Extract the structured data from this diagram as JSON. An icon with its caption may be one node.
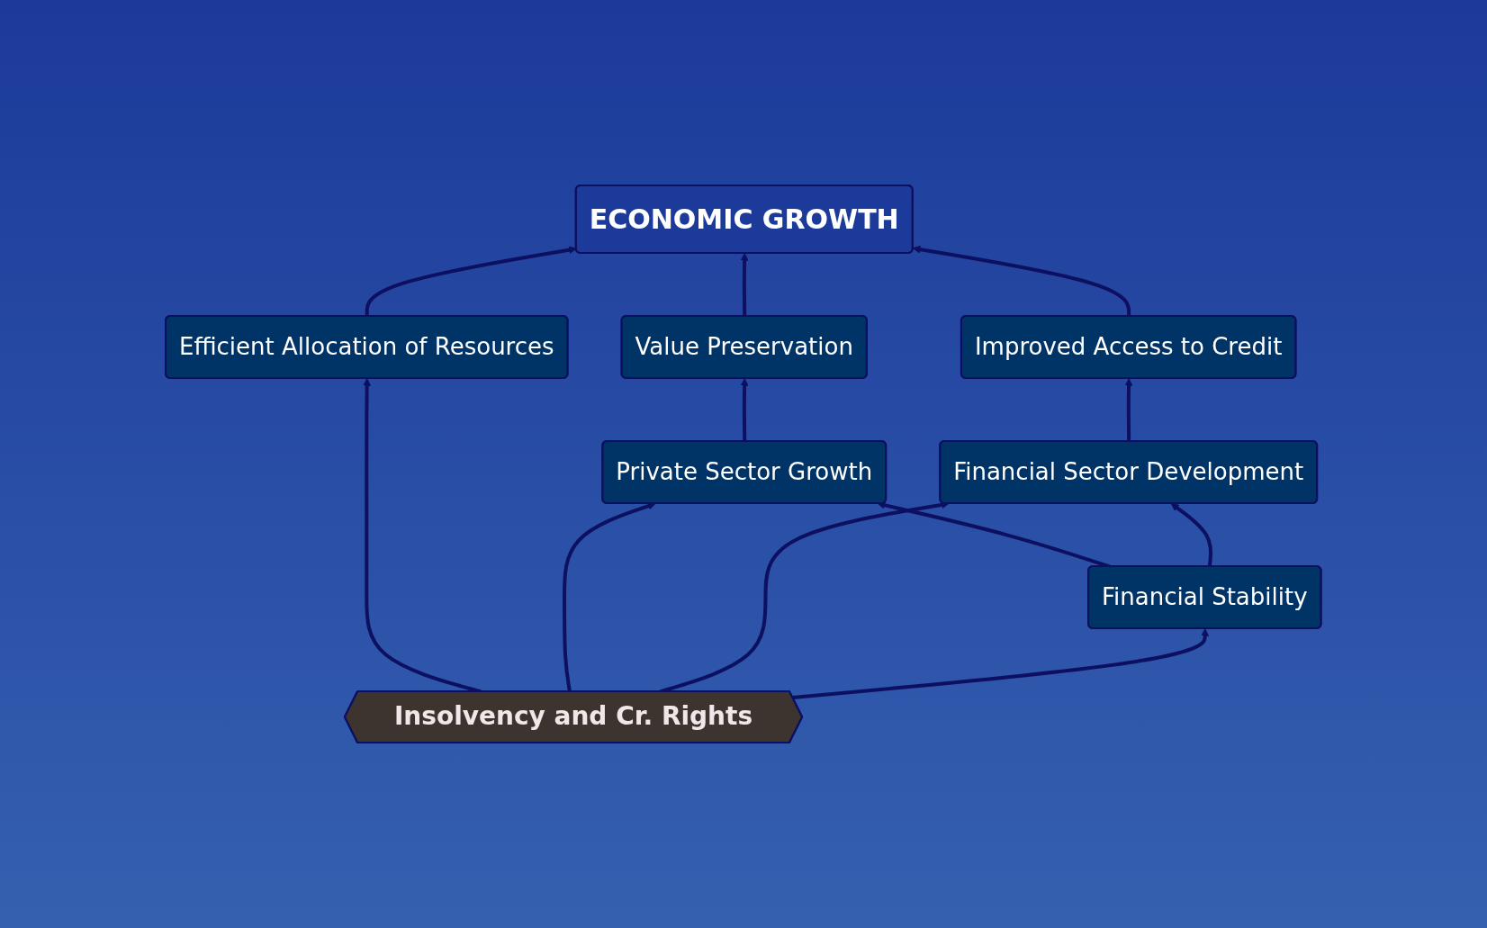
{
  "diagram": {
    "nodes": [
      {
        "text": [
          "ECONOMIC GROWTH"
        ]
      },
      {
        "text": [
          "Value Preservation"
        ]
      },
      {
        "text": [
          "Efficient Allocation of Resources"
        ]
      },
      {
        "text": [
          "Improved Access to Credit"
        ]
      },
      {
        "text": [
          "Private Sector Growth"
        ]
      },
      {
        "text": [
          "Insolvency and Cr. Rights"
        ]
      },
      {
        "text": [
          "Financial Sector Development"
        ]
      },
      {
        "text": [
          "Financial Stability"
        ]
      }
    ],
    "edges": [
      {
        "from": 1,
        "to": 0,
        "arrow": "to"
      },
      {
        "from": 2,
        "to": 0,
        "arrow": "to"
      },
      {
        "from": 3,
        "to": 0,
        "arrow": "to"
      },
      {
        "from": 4,
        "to": 1,
        "arrow": "to"
      },
      {
        "from": 6,
        "to": 3,
        "arrow": "to"
      },
      {
        "from": 5,
        "to": 2,
        "arrow": "to"
      },
      {
        "from": 5,
        "to": 4,
        "arrow": "to"
      },
      {
        "from": 5,
        "to": 6,
        "arrow": "to"
      },
      {
        "from": 5,
        "to": 7,
        "arrow": "to"
      },
      {
        "from": 7,
        "to": 4,
        "arrow": "to"
      },
      {
        "from": 7,
        "to": 6,
        "arrow": "to"
      }
    ]
  }
}
